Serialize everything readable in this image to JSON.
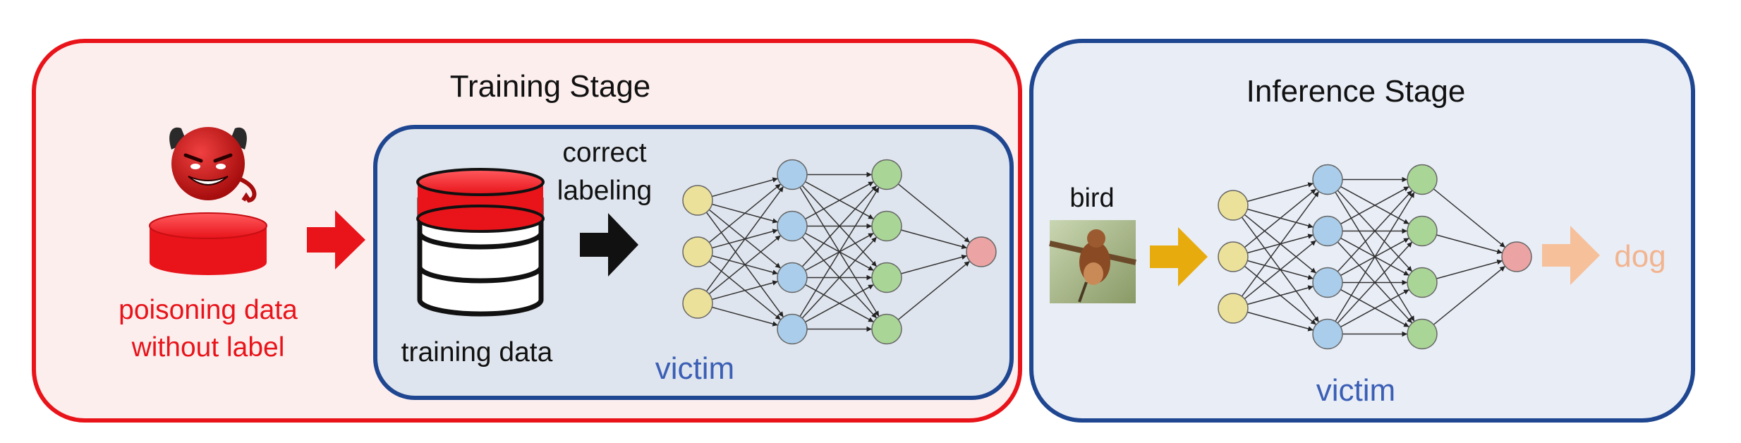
{
  "training_stage": {
    "title": "Training Stage",
    "poison": {
      "line1": "poisoning data",
      "line2": "without label",
      "icon": "devil-icon"
    },
    "victim_panel": {
      "training_data_label": "training data",
      "arrow_label_line1": "correct",
      "arrow_label_line2": "labeling",
      "victim_label": "victim"
    }
  },
  "inference_stage": {
    "title": "Inference Stage",
    "input_label": "bird",
    "input_image": "bird-photo",
    "victim_label": "victim",
    "output_label": "dog"
  },
  "network": {
    "layers": [
      3,
      4,
      4,
      1
    ]
  },
  "colors": {
    "red": "#e8141a",
    "red_panel_fill": "#fdeeee",
    "blue_border": "#1f4690",
    "victim_panel_fill": "#dfe5ee",
    "inference_fill": "#e9edf6",
    "victim_text": "#3b5fb5",
    "dog_text": "#f2b48f",
    "orange_arrow": "#e8ab0e",
    "peach_arrow": "#f6c09b",
    "node_input": "#ece19a",
    "node_hidden1": "#a9cdea",
    "node_hidden2": "#a9d596",
    "node_output": "#eba3a3"
  }
}
